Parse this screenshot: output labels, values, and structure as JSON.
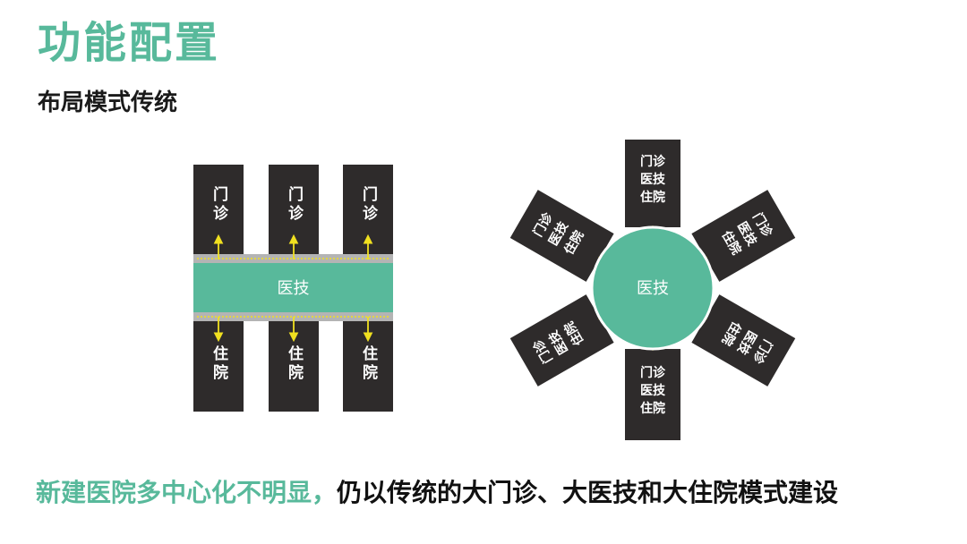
{
  "header": {
    "title": "功能配置",
    "subtitle": "布局模式传统"
  },
  "left_diagram": {
    "center_label": "医技",
    "top_labels": [
      "门诊",
      "门诊",
      "门诊"
    ],
    "bottom_labels": [
      "住院",
      "住院",
      "住院"
    ]
  },
  "right_diagram": {
    "center_label": "医技",
    "spokes": [
      {
        "lines": [
          "门诊",
          "医技",
          "住院"
        ]
      },
      {
        "lines": [
          "门诊",
          "医技",
          "住院"
        ]
      },
      {
        "lines": [
          "门诊",
          "医技",
          "住院"
        ]
      },
      {
        "lines": [
          "门诊",
          "医技",
          "住院"
        ]
      },
      {
        "lines": [
          "门诊",
          "医技",
          "住院"
        ]
      },
      {
        "lines": [
          "门诊",
          "医技",
          "住院"
        ]
      }
    ]
  },
  "footer": {
    "highlight": "新建医院多中心化不明显，",
    "rest": "仍以传统的大门诊、大医技和大住院模式建设"
  },
  "colors": {
    "green": "#58b99b",
    "dark": "#2e2b2b",
    "arrow": "#f0e020",
    "gray_band": "#b4b4b4"
  }
}
